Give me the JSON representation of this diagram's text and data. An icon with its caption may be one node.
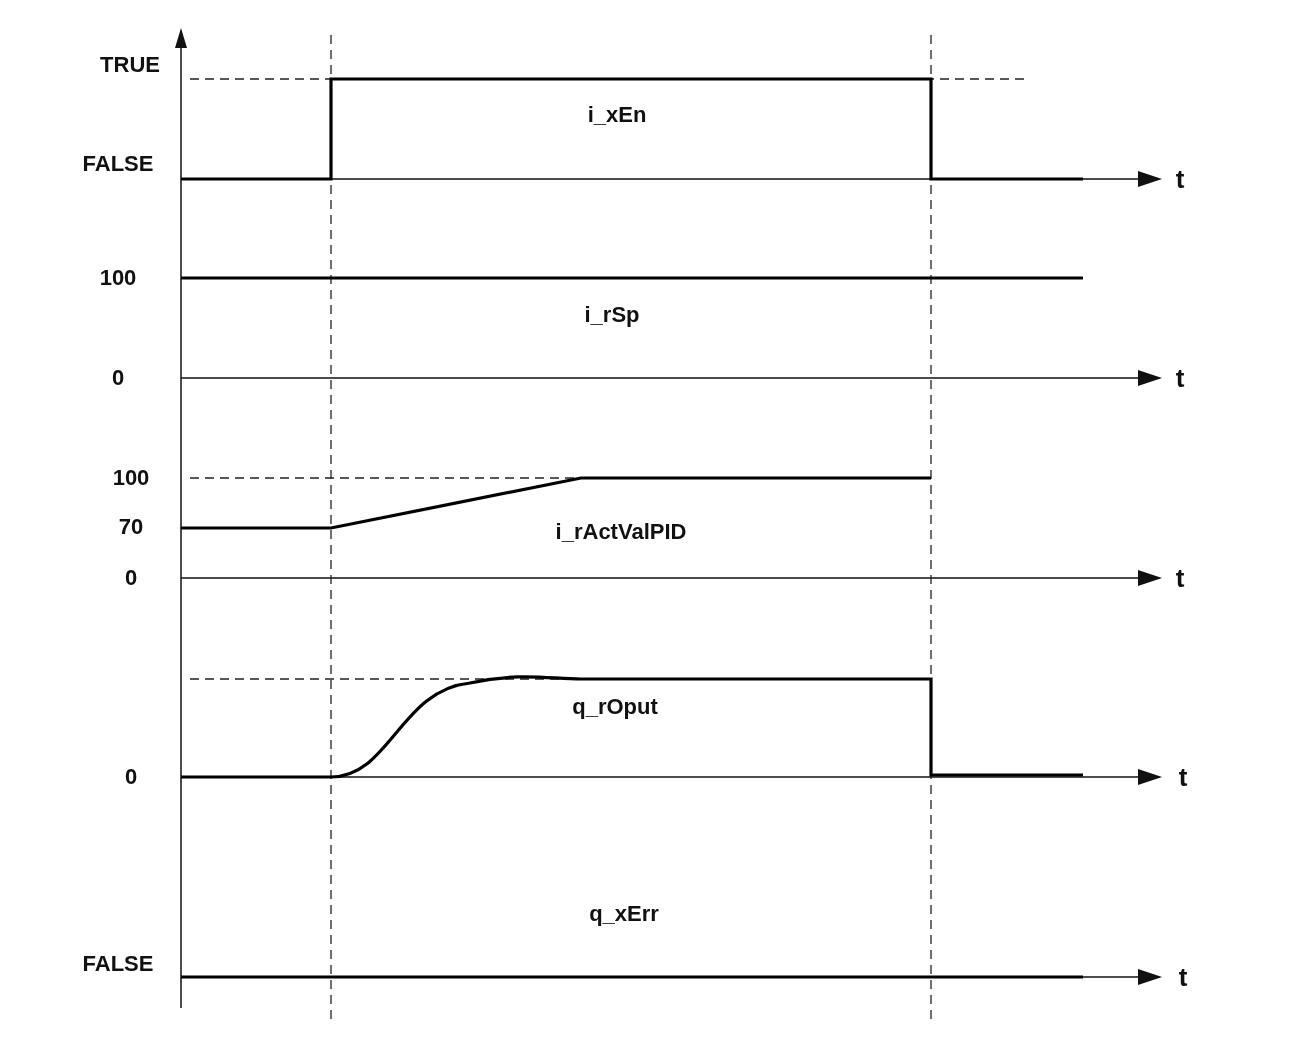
{
  "diagram": {
    "labels": [
      "TRUE",
      "FALSE",
      "i_xEn",
      "t",
      "100",
      "i_rSp",
      "0",
      "t",
      "100",
      "70",
      "i_rActValPID",
      "0",
      "t",
      "q_rOput",
      "0",
      "t",
      "q_xErr",
      "FALSE",
      "t"
    ]
  }
}
